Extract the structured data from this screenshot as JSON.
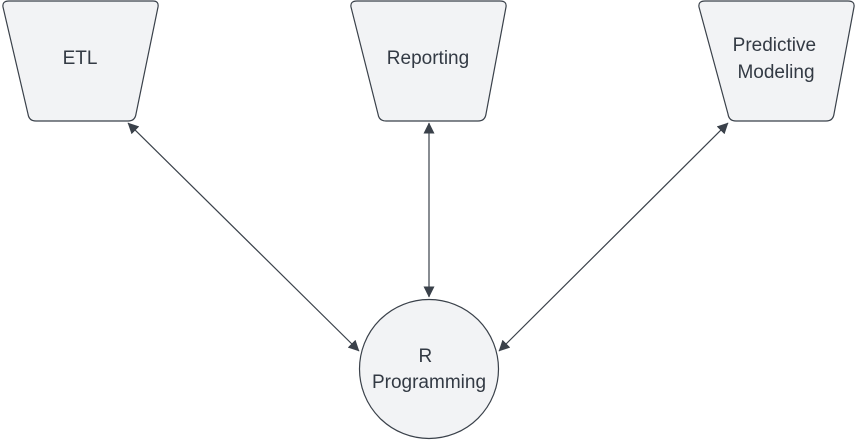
{
  "nodes": {
    "etl": {
      "lines": [
        "ETL"
      ]
    },
    "reporting": {
      "lines": [
        "Reporting"
      ]
    },
    "predictive_modeling": {
      "lines": [
        "Predictive",
        "Modeling"
      ]
    },
    "r_programming": {
      "lines": [
        "R",
        "Programming"
      ]
    }
  },
  "edges": [
    {
      "from": "r_programming",
      "to": "etl",
      "direction": "both"
    },
    {
      "from": "r_programming",
      "to": "reporting",
      "direction": "both"
    },
    {
      "from": "r_programming",
      "to": "predictive_modeling",
      "direction": "both"
    }
  ],
  "colors": {
    "shape_fill": "#f2f3f5",
    "stroke": "#3a414a",
    "text": "#333a44"
  }
}
